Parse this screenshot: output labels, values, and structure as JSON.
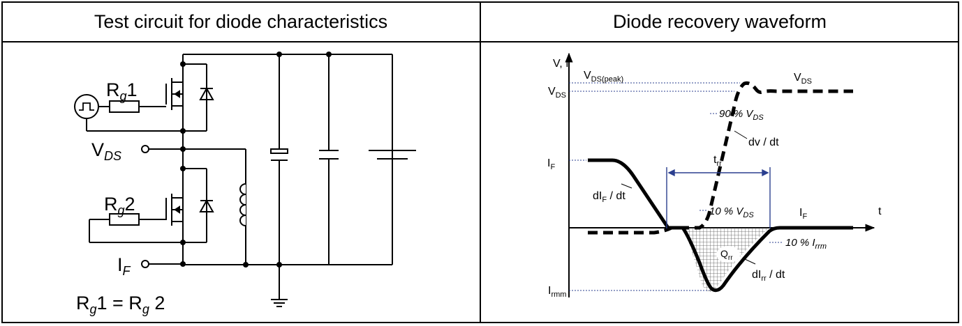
{
  "headers": {
    "left": "Test circuit for diode characteristics",
    "right": "Diode recovery waveform"
  },
  "circuit": {
    "rg1": {
      "main": "R",
      "sub": "g",
      "tail": "1"
    },
    "rg2": {
      "main": "R",
      "sub": "g",
      "tail": "2"
    },
    "vds": {
      "main": "V",
      "sub": "DS"
    },
    "if": {
      "main": "I",
      "sub": "F"
    },
    "equation": {
      "p1": "R",
      "s1": "g",
      "p2": "1 = R",
      "s2": "g",
      "p3": " 2"
    }
  },
  "waveform": {
    "axis_y": "V, I",
    "axis_x": "t",
    "vds_peak": {
      "main": "V",
      "sub": "DS(peak)"
    },
    "vds": {
      "main": "V",
      "sub": "DS"
    },
    "vds_right": {
      "main": "V",
      "sub": "DS"
    },
    "if_left": {
      "main": "I",
      "sub": "F"
    },
    "if_right": {
      "main": "I",
      "sub": "F"
    },
    "irrm": {
      "main": "I",
      "sub": "rmm"
    },
    "pct90": {
      "main": "90 % V",
      "sub": "DS"
    },
    "pct10v": {
      "main": "10 % V",
      "sub": "DS"
    },
    "pct10i": {
      "main": "10 % I",
      "sub": "rrm"
    },
    "dvdt": "dv / dt",
    "dif": {
      "main": "dI",
      "sub": "F",
      "tail": " / dt"
    },
    "dirr": {
      "main": "dI",
      "sub": "rr",
      "tail": " / dt"
    },
    "trr": {
      "main": "t",
      "sub": "rr"
    },
    "qrr": {
      "main": "Q",
      "sub": "rr"
    }
  }
}
